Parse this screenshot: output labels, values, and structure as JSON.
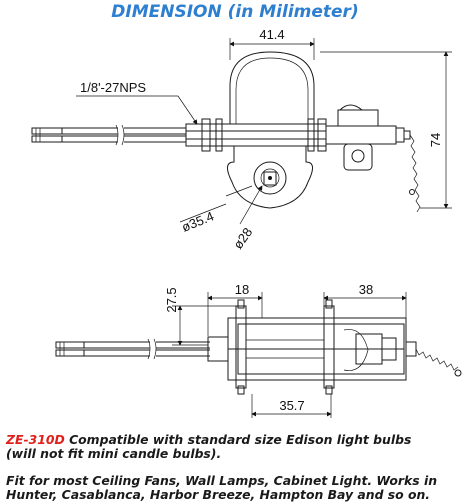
{
  "title": "DIMENSION (in Milimeter)",
  "dimensions": {
    "top_width": "41.4",
    "height": "74",
    "thread": "1/8'-27NPS",
    "outer_diameter": "ø35.4",
    "inner_diameter": "ø28",
    "side_height": "27.5",
    "left_offset": "18",
    "right_length": "38",
    "bottom_spacing": "35.7"
  },
  "caption": {
    "model": "ZE-310D",
    "line1": " Compatible with standard size Edison light bulbs",
    "line2": "(will not fit mini candle bulbs).",
    "line3": "Fit for most Ceiling Fans, Wall Lamps, Cabinet Light. Works in",
    "line4": "Hunter, Casablanca, Harbor Breeze, Hampton Bay and so on."
  }
}
